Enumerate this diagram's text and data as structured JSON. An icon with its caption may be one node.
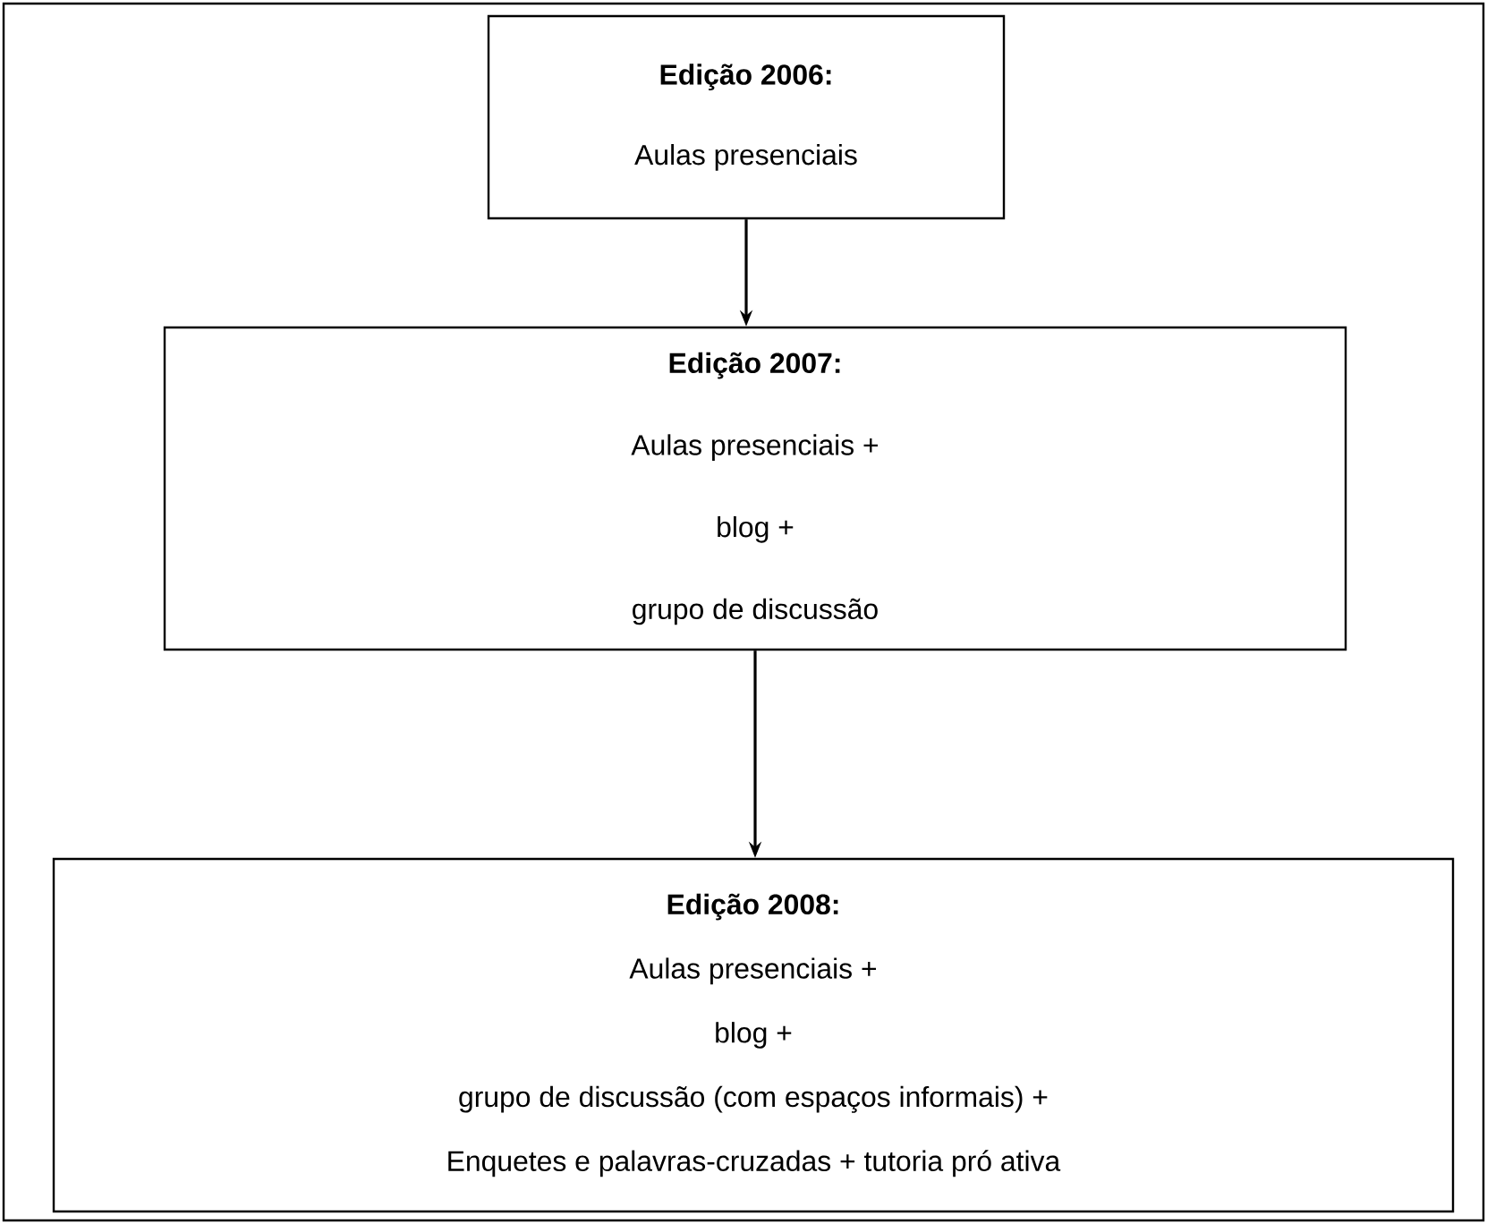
{
  "diagram": {
    "nodes": [
      {
        "text": [
          "Edição 2006:",
          "Aulas presenciais"
        ]
      },
      {
        "text": [
          "Edição 2007:",
          "Aulas presenciais +",
          "blog +",
          "grupo de discussão"
        ]
      },
      {
        "text": [
          "Edição 2008:",
          "Aulas presenciais +",
          "blog +",
          "grupo de discussão (com espaços informais) +",
          "Enquetes e palavras-cruzadas + tutoria pró ativa"
        ]
      }
    ],
    "edges": [
      {
        "from": 0,
        "to": 1,
        "arrow": "to"
      },
      {
        "from": 1,
        "to": 2,
        "arrow": "to"
      }
    ]
  }
}
